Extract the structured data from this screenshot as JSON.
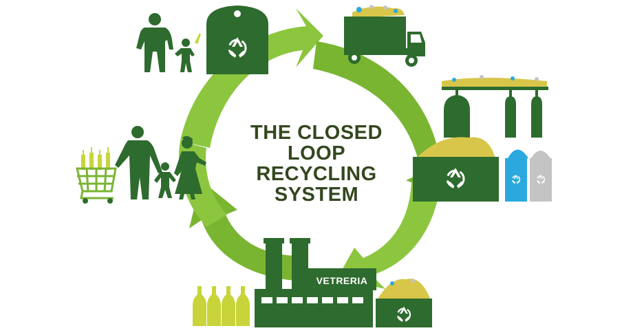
{
  "title": {
    "lines": [
      "THE CLOSED",
      "LOOP",
      "RECYCLING",
      "SYSTEM"
    ]
  },
  "factory": {
    "sign": "VETRERIA"
  },
  "colors": {
    "arrow_light": "#8cc63f",
    "arrow_mid": "#7ab532",
    "dark_green": "#2e6b2e",
    "glass_cyan": "#2aa9df",
    "glass_grey": "#c4c4c4",
    "bottle_yellow": "#c8d43a",
    "title_text": "#33471f",
    "glass_shards": "#d8c64a"
  },
  "icons": [
    "recycle-icon",
    "truck-icon",
    "family-icon",
    "shopping-cart-icon",
    "factory-icon",
    "bottle-icon",
    "bin-icon"
  ]
}
